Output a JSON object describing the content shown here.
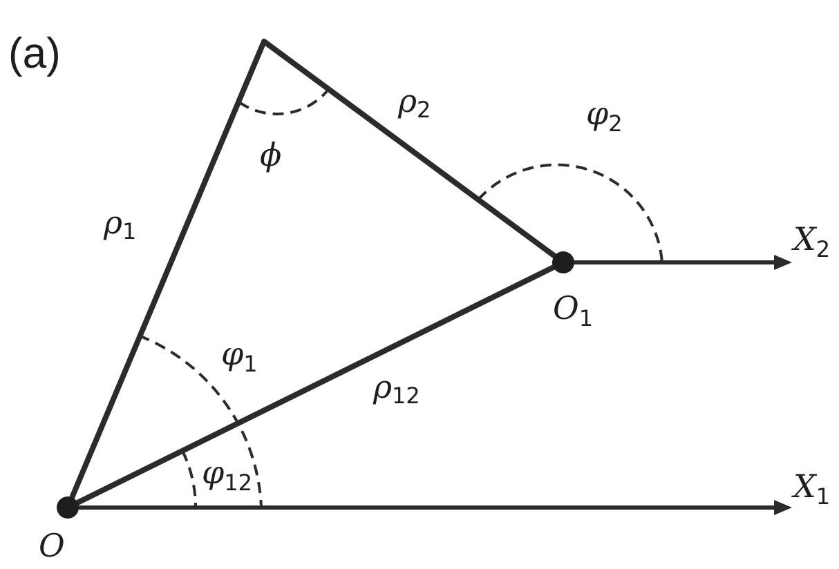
{
  "panel_label": "(a)",
  "points": {
    "origin": "O",
    "o1": {
      "base": "O",
      "sub": "1"
    }
  },
  "axes": {
    "x1": {
      "base": "X",
      "sub": "1"
    },
    "x2": {
      "base": "X",
      "sub": "2"
    }
  },
  "segments": {
    "rho1": {
      "base": "ρ",
      "sub": "1"
    },
    "rho2": {
      "base": "ρ",
      "sub": "2"
    },
    "rho12": {
      "base": "ρ",
      "sub": "12"
    }
  },
  "angles": {
    "phi": "ϕ",
    "varphi1": {
      "base": "φ",
      "sub": "1"
    },
    "varphi2": {
      "base": "φ",
      "sub": "2"
    },
    "varphi12": {
      "base": "φ",
      "sub": "12"
    }
  }
}
